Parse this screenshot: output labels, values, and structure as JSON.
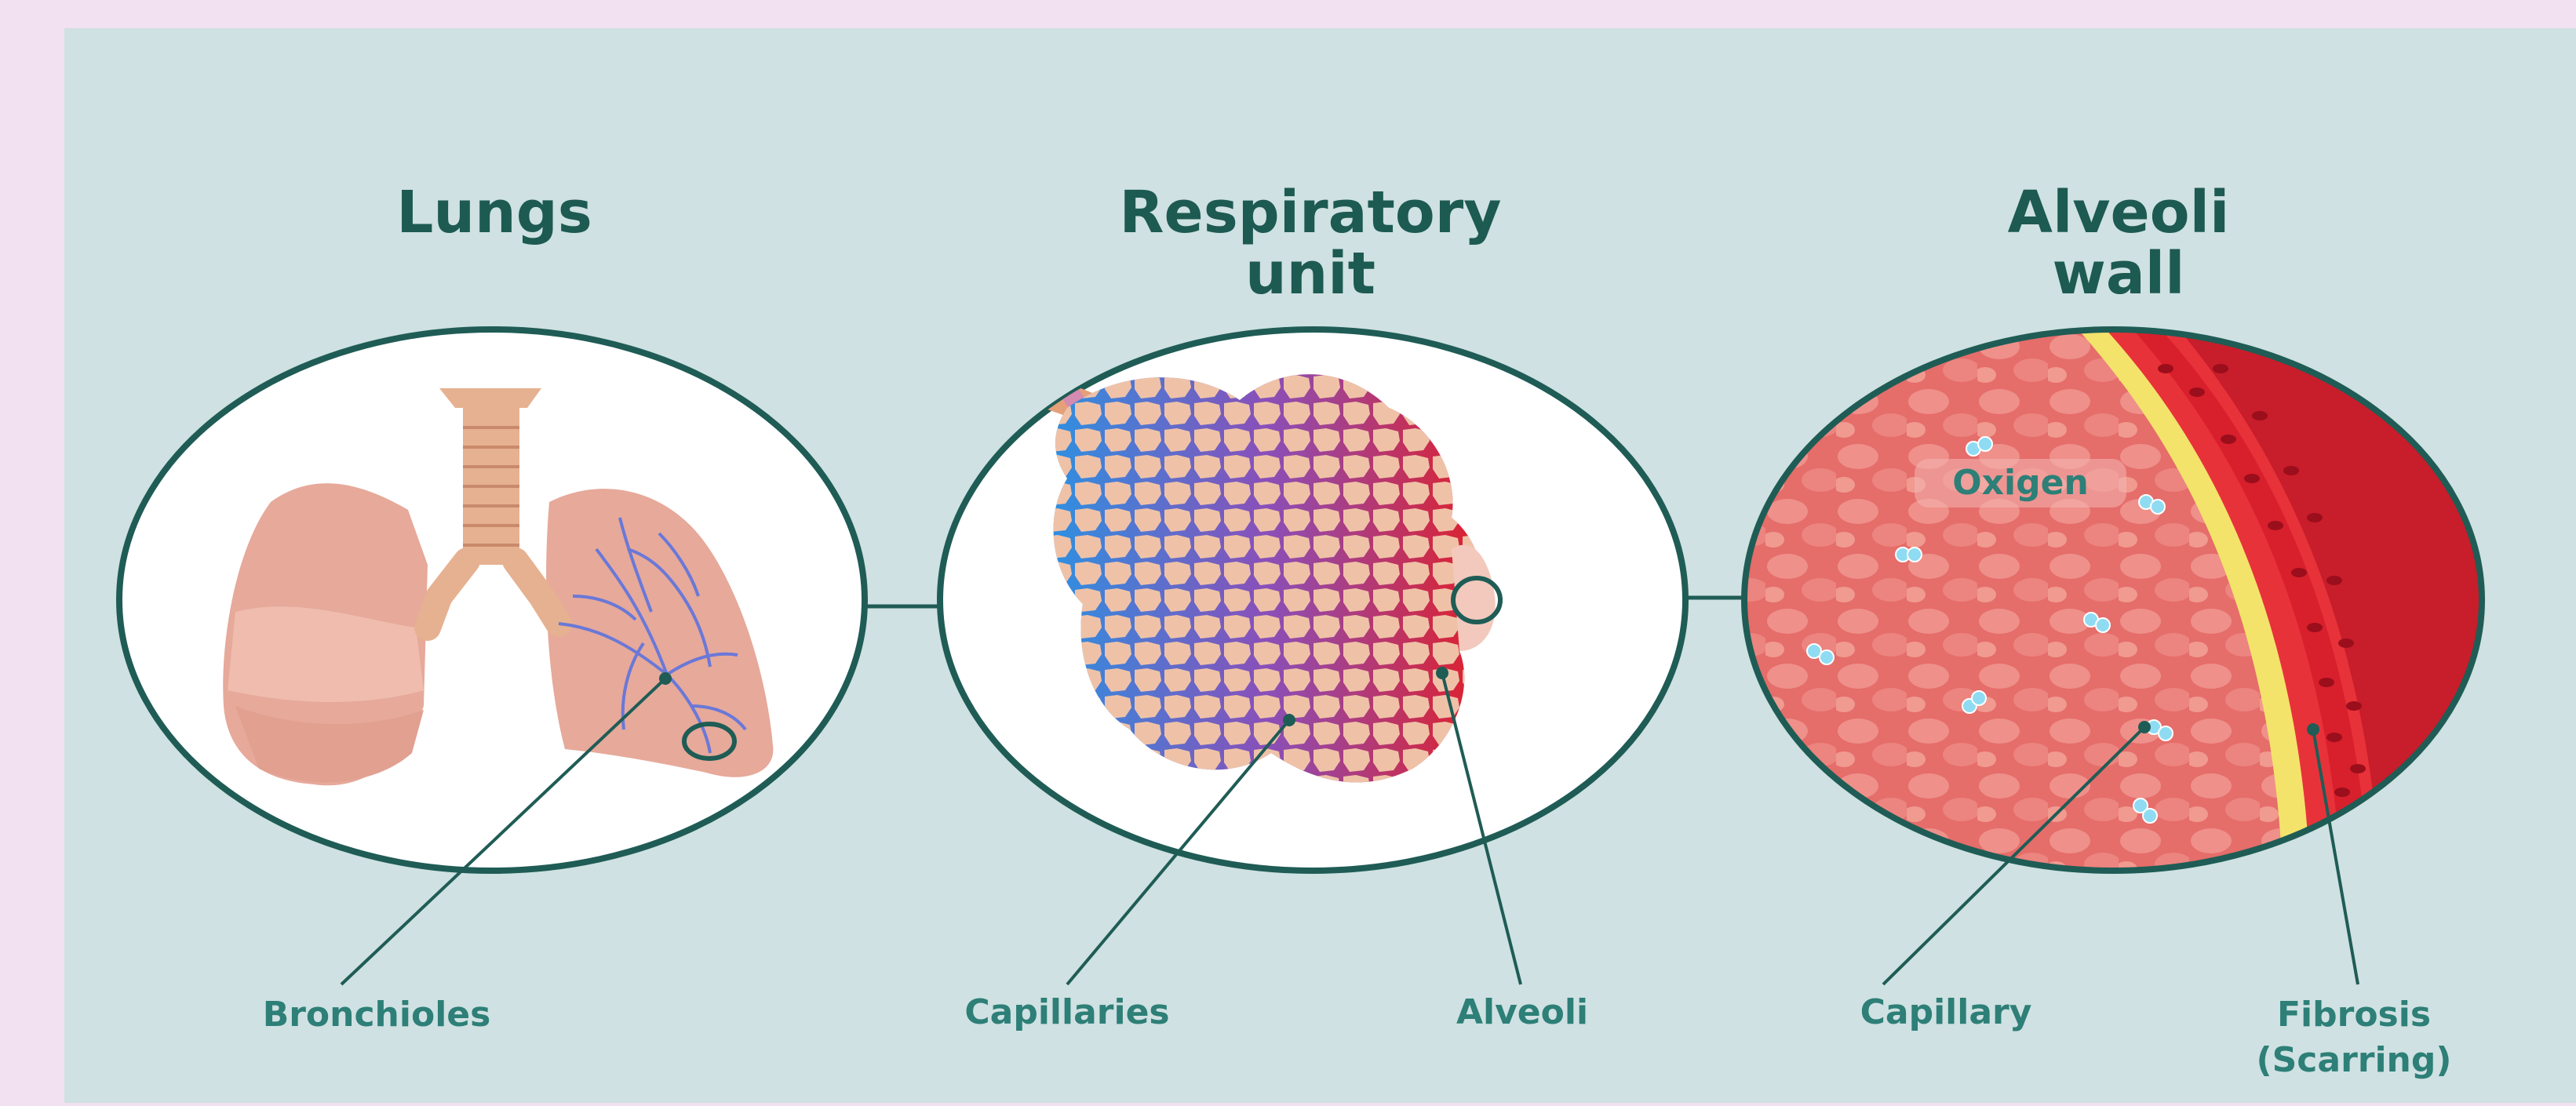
{
  "panels": {
    "lungs": {
      "title": "Lungs",
      "label": "Bronchioles"
    },
    "respiratory_unit": {
      "title_line1": "Respiratory",
      "title_line2": "unit",
      "label_capillaries": "Capillaries",
      "label_alveoli": "Alveoli"
    },
    "alveoli_wall": {
      "title_line1": "Alveoli",
      "title_line2": "wall",
      "oxygen_label": "Oxigen",
      "label_capillary": "Capillary",
      "label_fibrosis_line1": "Fibrosis",
      "label_fibrosis_line2": "(Scarring)"
    }
  },
  "colors": {
    "page_border": "#f2e1f0",
    "panel_bg": "#cfe1e2",
    "title": "#1d5a52",
    "label": "#2d7f77",
    "circle_stroke": "#1f5c55",
    "lung": "#e9b3a4",
    "trachea": "#e6b190",
    "vessel_blue": "#2f8fe0",
    "vessel_red": "#e0202a",
    "tissue": "#e77670",
    "fibrosis": "#f4e36a",
    "oxygen": "#7fd3ee"
  }
}
